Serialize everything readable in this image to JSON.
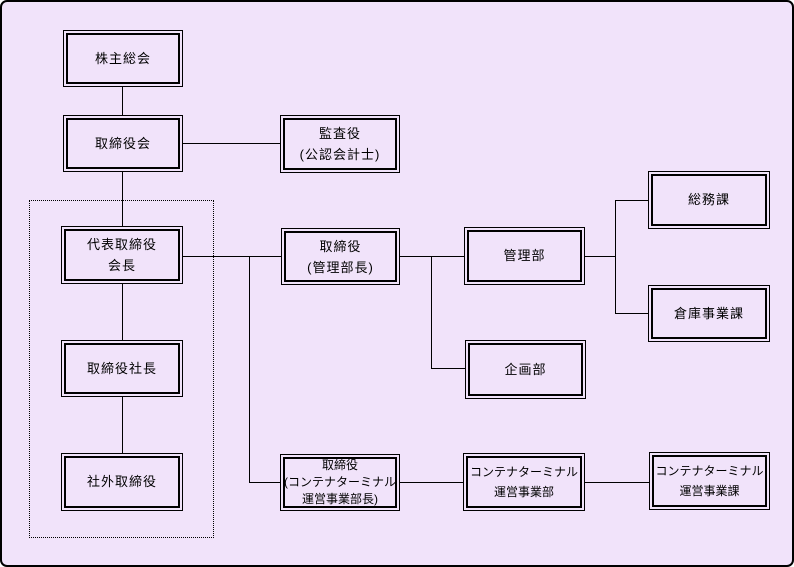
{
  "diagram": {
    "type": "organization-chart",
    "language": "ja",
    "colors": {
      "background": "#F1E3FA",
      "box_fill": "#F1E3FA",
      "border": "#000000",
      "line": "#000000",
      "text": "#000000"
    }
  },
  "nodes": {
    "shareholders_meeting": {
      "lines": [
        "株主総会"
      ]
    },
    "board_of_directors": {
      "lines": [
        "取締役会"
      ]
    },
    "auditor": {
      "lines": [
        "監査役",
        "(公認会計士)"
      ]
    },
    "representative_chairman": {
      "lines": [
        "代表取締役",
        "会長"
      ]
    },
    "president": {
      "lines": [
        "取締役社長"
      ]
    },
    "outside_director": {
      "lines": [
        "社外取締役"
      ]
    },
    "director_admin": {
      "lines": [
        "取締役",
        "(管理部長)"
      ]
    },
    "admin_dept": {
      "lines": [
        "管理部"
      ]
    },
    "general_affairs_section": {
      "lines": [
        "総務課"
      ]
    },
    "warehouse_section": {
      "lines": [
        "倉庫事業課"
      ]
    },
    "planning_dept": {
      "lines": [
        "企画部"
      ]
    },
    "director_container": {
      "lines": [
        "取締役",
        "(コンテナターミナル",
        "運営事業部長)"
      ]
    },
    "container_terminal_dept": {
      "lines": [
        "コンテナターミナル",
        "運営事業部"
      ]
    },
    "container_terminal_section": {
      "lines": [
        "コンテナターミナル",
        "運営事業課"
      ]
    }
  }
}
